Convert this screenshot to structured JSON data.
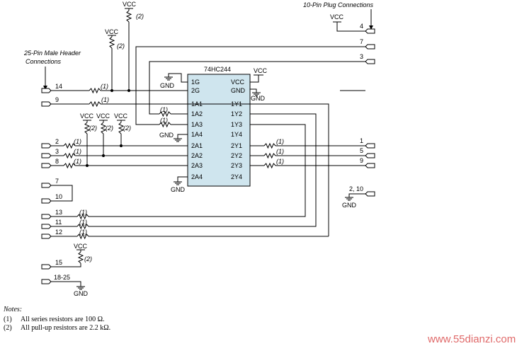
{
  "chip": {
    "name": "74HC244",
    "left_pins": [
      "1G",
      "2G",
      "1A1",
      "1A2",
      "1A3",
      "1A4",
      "2A1",
      "2A2",
      "2A3",
      "2A4"
    ],
    "right_pins": [
      "VCC",
      "GND",
      "1Y1",
      "1Y2",
      "1Y3",
      "1Y4",
      "2Y1",
      "2Y2",
      "2Y3",
      "2Y4"
    ]
  },
  "headers": {
    "left_title_1": "25-Pin Male Header",
    "left_title_2": "Connections",
    "right_title": "10-Pin Plug Connections"
  },
  "left_pins": [
    "14",
    "9",
    "2",
    "3",
    "8",
    "7",
    "10",
    "13",
    "11",
    "12",
    "15",
    "18-25"
  ],
  "right_pins": [
    "4",
    "7",
    "3",
    "1",
    "5",
    "9",
    "2, 10"
  ],
  "labels": {
    "vcc": "VCC",
    "gnd": "GND",
    "note1": "(1)",
    "note2": "(2)"
  },
  "notes": {
    "title": "Notes:",
    "items": [
      {
        "num": "(1)",
        "text": "All series resistors are 100 Ω."
      },
      {
        "num": "(2)",
        "text": "All pull-up resistors are 2.2 kΩ."
      }
    ]
  },
  "watermark": "www.55dianzi.com"
}
